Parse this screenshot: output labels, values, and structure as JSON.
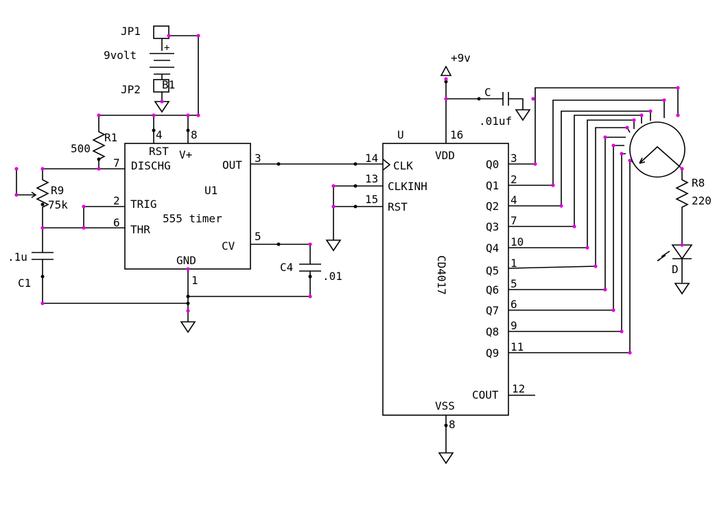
{
  "colors": {
    "wire": "#000000",
    "node": "#e000e0",
    "background": "#ffffff"
  },
  "battery": {
    "jp1": "JP1",
    "jp2": "JP2",
    "label": "9volt",
    "plus": "+",
    "ref": "B1"
  },
  "r1": {
    "ref": "R1",
    "value": "500"
  },
  "r9": {
    "ref": "R9",
    "value": "75k"
  },
  "c1": {
    "ref": "C1",
    "value": ".1u"
  },
  "c4": {
    "ref": "C4",
    "value": ".01"
  },
  "timer": {
    "ref": "U1",
    "name": "555 timer",
    "pins": {
      "rst": "RST",
      "vplus": "V+",
      "dischg": "DISCHG",
      "trig": "TRIG",
      "thr": "THR",
      "out": "OUT",
      "cv": "CV",
      "gnd": "GND"
    },
    "pin_numbers": {
      "rst": "4",
      "vplus": "8",
      "dischg": "7",
      "trig": "2",
      "thr": "6",
      "out": "3",
      "cv": "5",
      "gnd": "1"
    }
  },
  "counter": {
    "ref": "U",
    "name": "CD4017",
    "supply": "+9v",
    "cap_ref": "C",
    "cap_value": ".01uf",
    "pins": {
      "vdd": "VDD",
      "vss": "VSS",
      "clk": "CLK",
      "clkinh": "CLKINH",
      "rst": "RST",
      "cout": "COUT"
    },
    "pin_numbers": {
      "vdd": "16",
      "vss": "8",
      "clk": "14",
      "clkinh": "13",
      "rst": "15",
      "cout": "12"
    },
    "outputs": [
      {
        "label": "Q0",
        "pin": "3"
      },
      {
        "label": "Q1",
        "pin": "2"
      },
      {
        "label": "Q2",
        "pin": "4"
      },
      {
        "label": "Q3",
        "pin": "7"
      },
      {
        "label": "Q4",
        "pin": "10"
      },
      {
        "label": "Q5",
        "pin": "1"
      },
      {
        "label": "Q6",
        "pin": "5"
      },
      {
        "label": "Q7",
        "pin": "6"
      },
      {
        "label": "Q8",
        "pin": "9"
      },
      {
        "label": "Q9",
        "pin": "11"
      }
    ]
  },
  "r8": {
    "ref": "R8",
    "value": "220"
  },
  "led": {
    "ref": "D"
  }
}
